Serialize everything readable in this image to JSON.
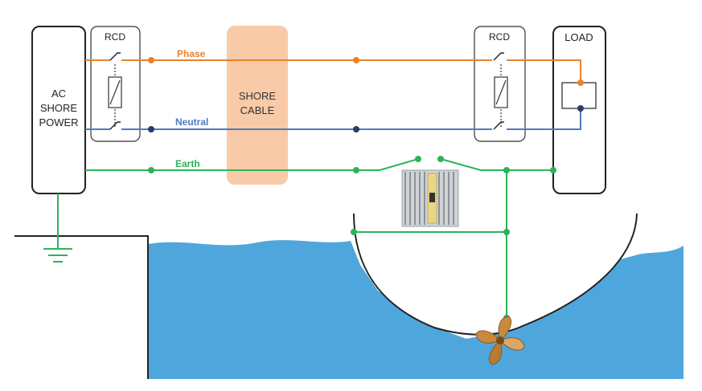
{
  "shore_power": {
    "lines": [
      "AC",
      "SHORE",
      "POWER"
    ]
  },
  "rcd_left": {
    "label": "RCD"
  },
  "rcd_right": {
    "label": "RCD"
  },
  "shore_cable": {
    "lines": [
      "SHORE",
      "CABLE"
    ]
  },
  "load": {
    "label": "LOAD"
  },
  "wires": {
    "phase": "Phase",
    "neutral": "Neutral",
    "earth": "Earth"
  },
  "colors": {
    "phase": "#e8822c",
    "neutral": "#4d7cc0",
    "earth": "#2ab45a",
    "neutral_node": "#2b3a66",
    "water": "#4fa6dc",
    "cable_fill": "#f7c49d",
    "isolator_fins": "#c9ccd0"
  },
  "icons": {
    "ground": "ground-symbol-icon",
    "isolator": "galvanic-isolator-icon",
    "propeller": "propeller-icon"
  }
}
